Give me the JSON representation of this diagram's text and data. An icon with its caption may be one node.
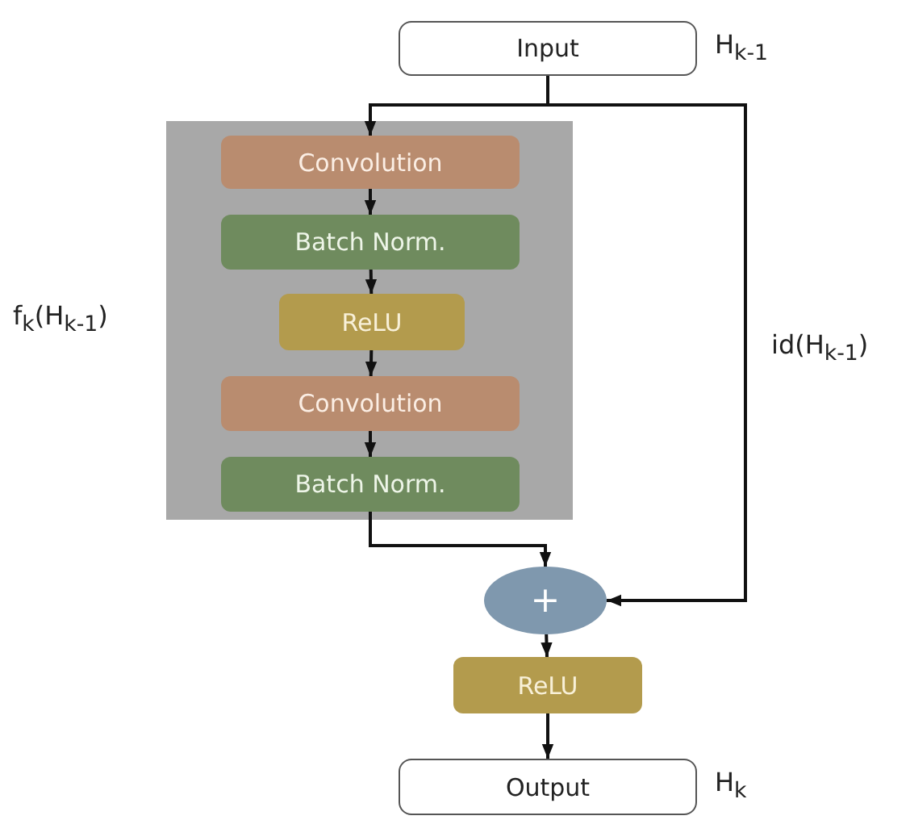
{
  "diagram": {
    "nodes": [
      {
        "text": [
          "Input"
        ],
        "beside": [
          "H$_{k-1}$"
        ]
      },
      {
        "text": [],
        "shape": "box",
        "beside": [
          "f$_{k}$(H$_{k-1}$)"
        ]
      },
      {
        "text": [
          "Convolution"
        ],
        "in": 1
      },
      {
        "text": [
          "Batch Norm."
        ],
        "in": 1
      },
      {
        "text": [
          "ReLU"
        ],
        "in": 1
      },
      {
        "text": [
          "Convolution"
        ],
        "in": 1
      },
      {
        "text": [
          "Batch Norm."
        ],
        "in": 1
      },
      {
        "text": [
          "+"
        ]
      },
      {
        "text": [
          "ReLU"
        ]
      },
      {
        "text": [
          "Output"
        ],
        "beside": [
          "H$_{k}$"
        ]
      }
    ],
    "edges": [
      {
        "from": 0,
        "to": 2,
        "arrow": "to"
      },
      {
        "from": 2,
        "to": 3,
        "arrow": "to"
      },
      {
        "from": 3,
        "to": 4,
        "arrow": "to"
      },
      {
        "from": 4,
        "to": 5,
        "arrow": "to"
      },
      {
        "from": 5,
        "to": 6,
        "arrow": "to"
      },
      {
        "from": 6,
        "to": 7,
        "arrow": "to"
      },
      {
        "from": 0,
        "to": 7,
        "arrow": "to",
        "label": "id(H$_{k-1}$)"
      },
      {
        "from": 7,
        "to": 8,
        "arrow": "to"
      },
      {
        "from": 8,
        "to": 9,
        "arrow": "to"
      }
    ]
  }
}
